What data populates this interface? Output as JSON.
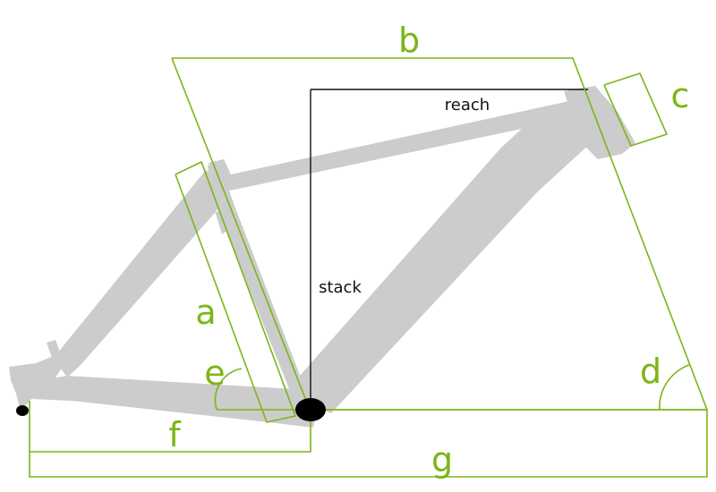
{
  "labels": {
    "a": "a",
    "b": "b",
    "c": "c",
    "d": "d",
    "e": "e",
    "f": "f",
    "g": "g",
    "reach": "reach",
    "stack": "stack"
  },
  "colors": {
    "dimension": "#7cb518",
    "frame": "#cccccc",
    "reference": "#111111"
  }
}
